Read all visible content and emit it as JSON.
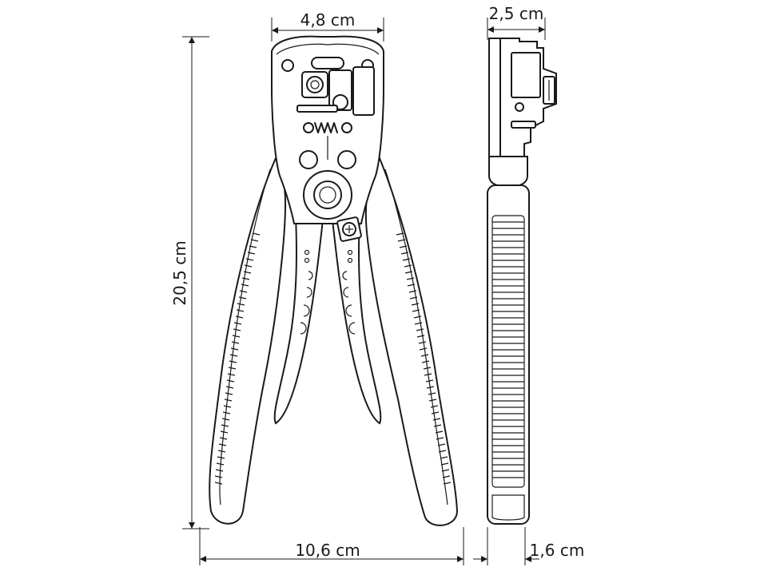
{
  "dimensions": {
    "jaw_width": "4,8 cm",
    "side_width": "2,5 cm",
    "height": "20,5 cm",
    "handle_span": "10,6 cm",
    "handle_thickness": "1,6 cm"
  }
}
